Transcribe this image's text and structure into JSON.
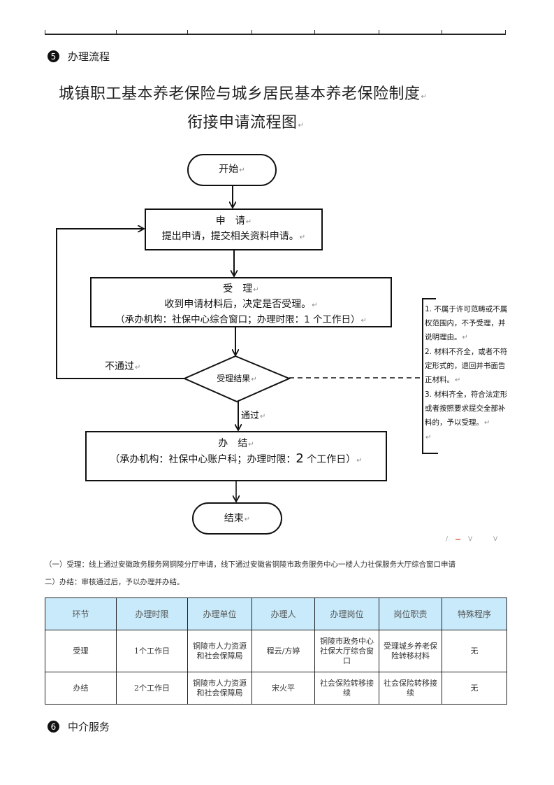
{
  "section5": {
    "number": "5",
    "title": "办理流程"
  },
  "flowchart": {
    "title_line1": "城镇职工基本养老保险与城乡居民基本养老保险制度",
    "title_line2": "衔接申请流程图",
    "start": "开始",
    "apply": {
      "heading": "申　请",
      "desc": "提出申请，提交相关资料申请。"
    },
    "accept": {
      "heading": "受　理",
      "desc": "收到申请材料后，决定是否受理。",
      "note": "（承办机构：社保中心综合窗口；办理时限：1 个工作日）"
    },
    "decision": "受理结果",
    "fail_label": "不通过",
    "pass_label": "通过",
    "complete": {
      "heading": "办　结",
      "note_prefix": "（承办机构：社保中心账户科；办理时限：",
      "note_days": "2",
      "note_suffix": " 个工作日）"
    },
    "end": "结束",
    "side_notes": [
      "1. 不属于许可范畴或不属",
      "权范围内，不予受理，并",
      "说明理由。",
      "2. 材料不齐全，或者不符",
      "定形式的，退回并书面告",
      "正材料。",
      "3. 材料齐全，符合法定形",
      "或者按照要求提交全部补",
      "料的，予以受理。",
      ""
    ]
  },
  "paragraphs": [
    "（一）受理：线上通过安徽政务服务网铜陵分厅申请，线下通过安徽省铜陵市政务服务中心一楼人力社保服务大厅综合窗口申请",
    "二）办结：审核通过后，予以办理并办结。"
  ],
  "table": {
    "headers": [
      "环节",
      "办理时限",
      "办理单位",
      "办理人",
      "办理岗位",
      "岗位职责",
      "特殊程序"
    ],
    "rows": [
      [
        "受理",
        "1个工作日",
        "铜陵市人力资源和社会保障局",
        "程云/方婷",
        "铜陵市政务中心社保大厅综合窗口",
        "受理城乡养老保险转移材料",
        "无"
      ],
      [
        "办结",
        "2个工作日",
        "铜陵市人力资源和社会保障局",
        "宋火平",
        "社会保险转移接续",
        "社会保险转移接续",
        "无"
      ]
    ]
  },
  "section6": {
    "number": "6",
    "title": "中介服务"
  }
}
